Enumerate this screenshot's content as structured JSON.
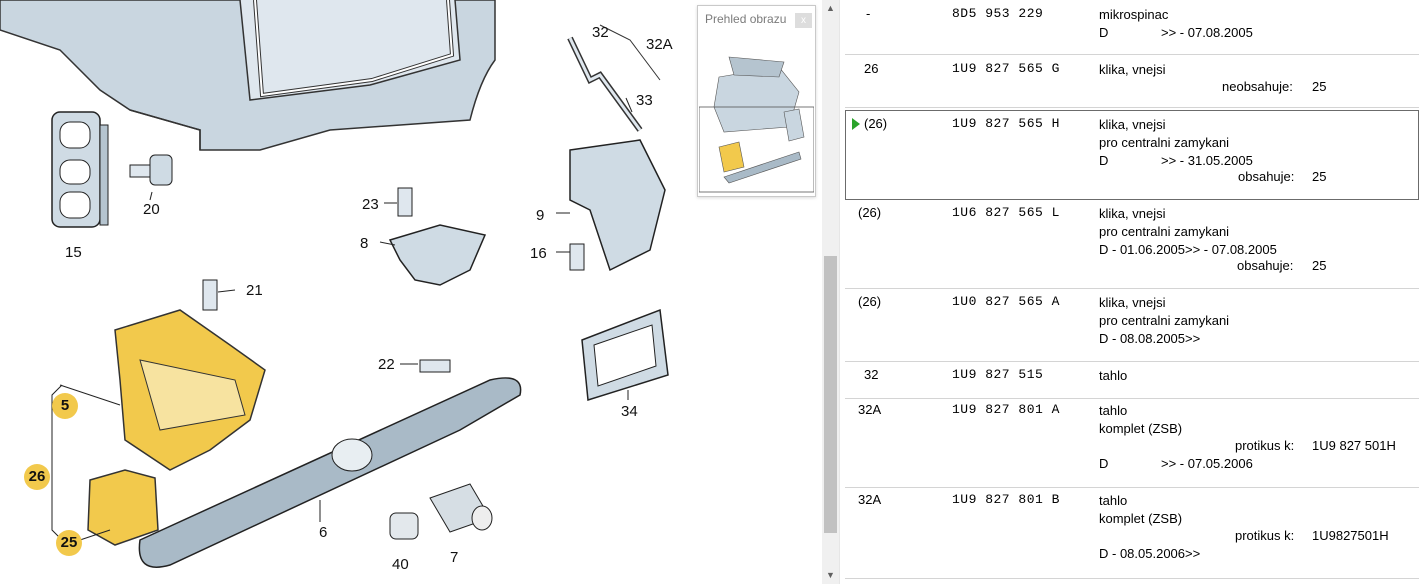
{
  "diagram": {
    "callouts": [
      "32",
      "32A",
      "33",
      "9",
      "16",
      "34",
      "23",
      "8",
      "20",
      "15",
      "21",
      "22",
      "5",
      "26",
      "25",
      "6",
      "40",
      "7"
    ]
  },
  "overview": {
    "title": "Prehled obrazu",
    "close_label": "x"
  },
  "scrollbar": {
    "up_icon": "▲",
    "down_icon": "▼"
  },
  "parts": [
    {
      "pos": "-",
      "number": "8D5 953 229",
      "lines": [
        "mikrospinac"
      ],
      "date_prefix": "D",
      "date": ">> - 07.08.2005"
    },
    {
      "pos": "26",
      "number": "1U9 827 565 G",
      "lines": [
        "klika, vnejsi"
      ],
      "extra_key": "neobsahuje:",
      "extra_val": "25"
    },
    {
      "pos": "(26)",
      "number": "1U9 827 565 H",
      "selected": true,
      "lines": [
        "klika, vnejsi",
        "pro centralni zamykani"
      ],
      "date_prefix": "D",
      "date": ">> - 31.05.2005",
      "extra_key": "obsahuje:",
      "extra_val": "25"
    },
    {
      "pos": "(26)",
      "number": "1U6 827 565 L",
      "lines": [
        "klika, vnejsi",
        "pro centralni zamykani",
        "D - 01.06.2005>> - 07.08.2005"
      ],
      "extra_key": "obsahuje:",
      "extra_val": "25"
    },
    {
      "pos": "(26)",
      "number": "1U0 827 565 A",
      "lines": [
        "klika, vnejsi",
        "pro centralni zamykani",
        "D - 08.08.2005>>"
      ]
    },
    {
      "pos": "32",
      "number": "1U9 827 515",
      "lines": [
        "tahlo"
      ]
    },
    {
      "pos": "32A",
      "number": "1U9 827 801 A",
      "lines": [
        "tahlo",
        "komplet (ZSB)"
      ],
      "extra_key": "protikus k:",
      "extra_val": "1U9 827 501H",
      "date_prefix": "D",
      "date": ">> - 07.05.2006"
    },
    {
      "pos": "32A",
      "number": "1U9 827 801 B",
      "lines": [
        "tahlo",
        "komplet (ZSB)"
      ],
      "extra_key": "protikus k:",
      "extra_val": "1U9827501H",
      "tail": "D - 08.05.2006>>"
    }
  ]
}
